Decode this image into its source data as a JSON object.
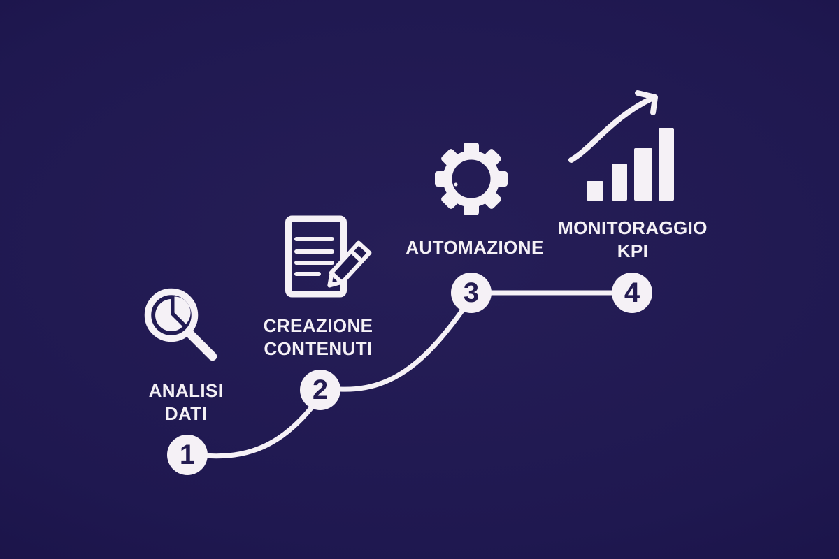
{
  "canvas": {
    "background_color": "#1f1850",
    "ink_color": "#f5f1f6",
    "node_number_color": "#241c52"
  },
  "steps": [
    {
      "number": "1",
      "label_lines": [
        "ANALISI",
        "DATI"
      ],
      "icon": "magnifier-pie-chart-icon"
    },
    {
      "number": "2",
      "label_lines": [
        "CREAZIONE",
        "CONTENUTI"
      ],
      "icon": "document-pencil-icon"
    },
    {
      "number": "3",
      "label_lines": [
        "AUTOMAZIONE"
      ],
      "icon": "gear-icon"
    },
    {
      "number": "4",
      "label_lines": [
        "MONITORAGGIO",
        "KPI"
      ],
      "icon": "bar-chart-growth-arrow-icon"
    }
  ]
}
